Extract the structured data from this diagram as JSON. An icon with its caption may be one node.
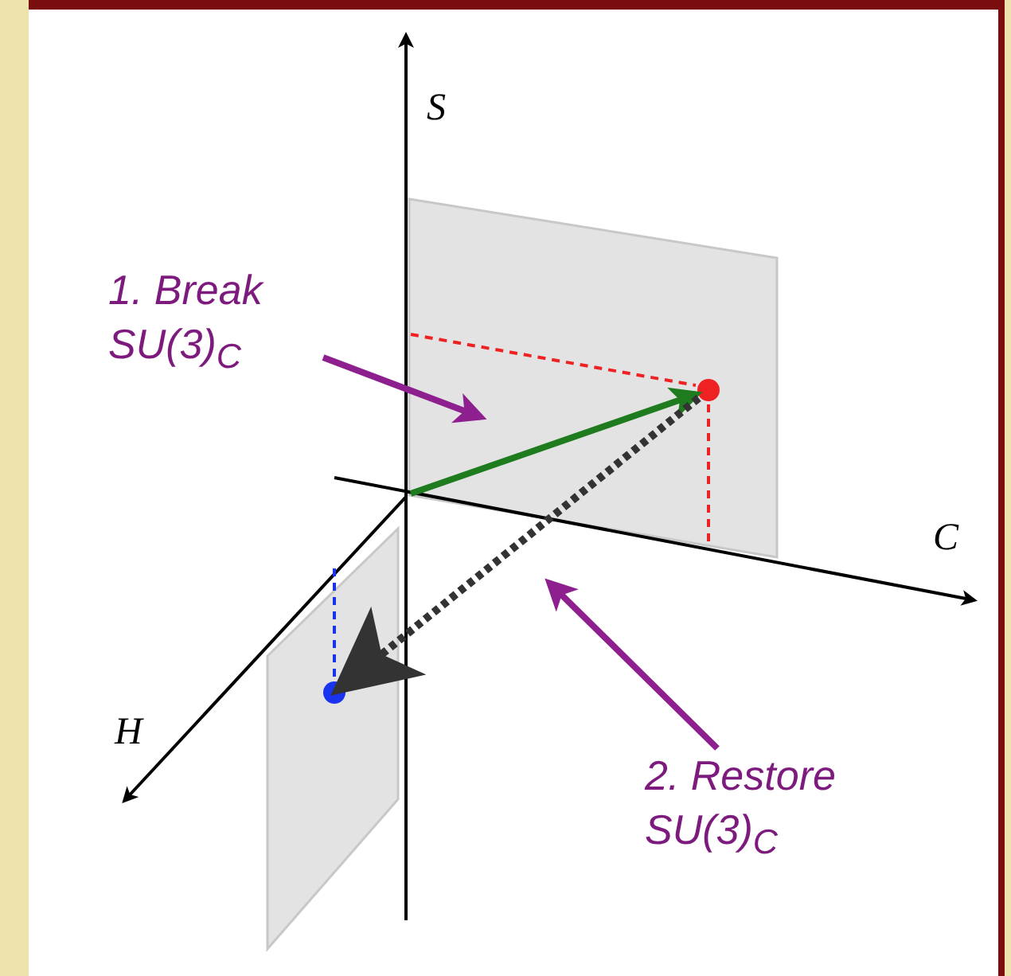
{
  "diagram": {
    "nodes": [
      {
        "text": [],
        "shape": "circle",
        "in": 3
      },
      {
        "text": [],
        "shape": "circle"
      },
      {
        "text": [
          "1. Break SU(3)$_{C}$"
        ]
      },
      {
        "text": [],
        "shape": "box"
      },
      {
        "text": [
          "2. Restore SU(3)$_{C}$"
        ]
      }
    ],
    "edges": [
      {
        "from": 3,
        "to": 0,
        "arrow": "to",
        "color": "#1e7b1e"
      },
      {
        "from": 0,
        "to": 1,
        "arrow": "to",
        "style": "dashed",
        "color": "#333333"
      },
      {
        "from": 2,
        "to": 3,
        "arrow": "to"
      },
      {
        "from": 4,
        "to": null,
        "arrow": "to"
      }
    ],
    "labels": [
      "S",
      "C",
      "H"
    ]
  }
}
